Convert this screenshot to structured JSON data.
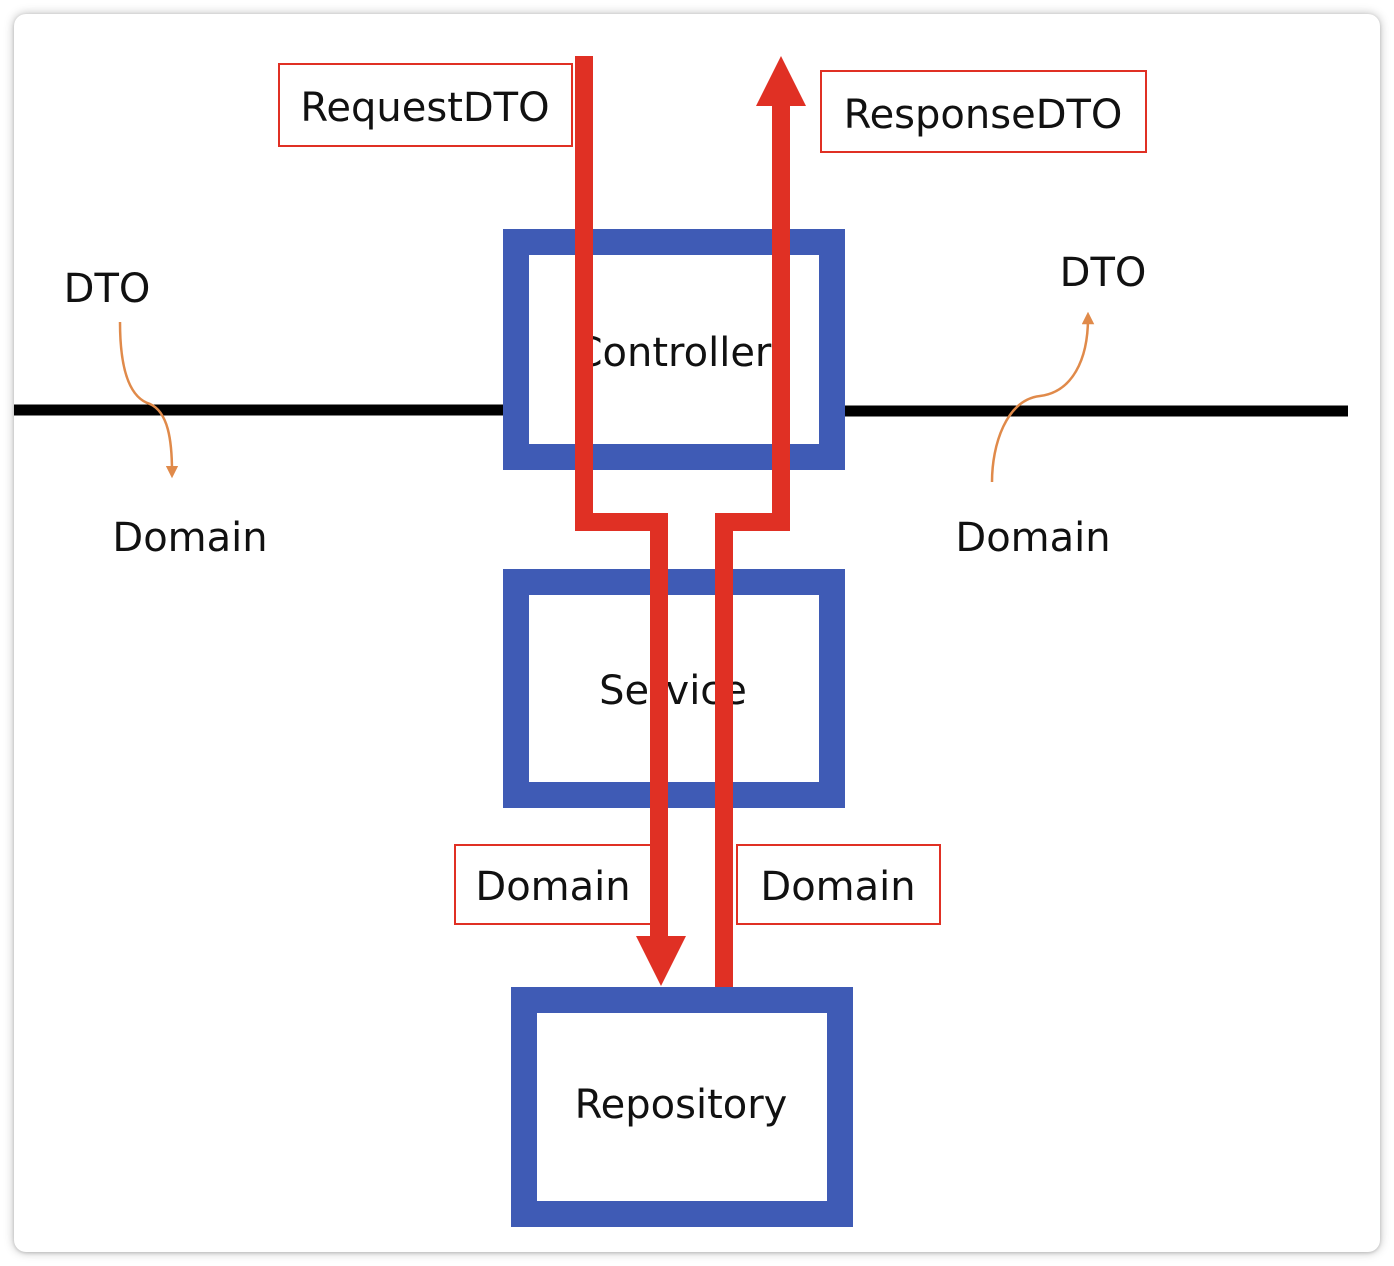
{
  "layers": {
    "controller": "Controller",
    "service": "Service",
    "repository": "Repository"
  },
  "labels": {
    "request_dto": "RequestDTO",
    "response_dto": "ResponseDTO",
    "left_dto": "DTO",
    "left_domain": "Domain",
    "right_dto": "DTO",
    "right_domain": "Domain",
    "service_to_repo_domain": "Domain",
    "repo_to_service_domain": "Domain"
  },
  "colors": {
    "layer_border": "#3f5bb5",
    "flow_arrow": "#e03024",
    "label_border": "#e03024",
    "conversion_arrow": "#e08a4a",
    "boundary_line": "#000000"
  }
}
